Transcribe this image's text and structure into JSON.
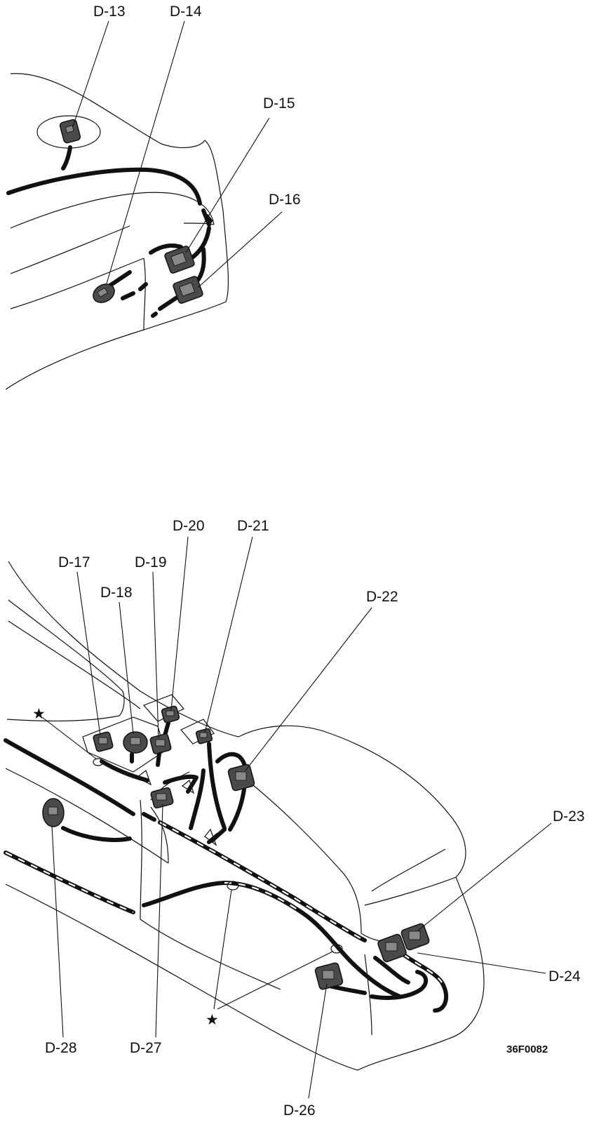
{
  "labels": {
    "d13": "D-13",
    "d14": "D-14",
    "d15": "D-15",
    "d16": "D-16",
    "d17": "D-17",
    "d18": "D-18",
    "d19": "D-19",
    "d20": "D-20",
    "d21": "D-21",
    "d22": "D-22",
    "d23": "D-23",
    "d24": "D-24",
    "d26": "D-26",
    "d27": "D-27",
    "d28": "D-28"
  },
  "figure_code": "36F0082",
  "star_symbol": "★"
}
